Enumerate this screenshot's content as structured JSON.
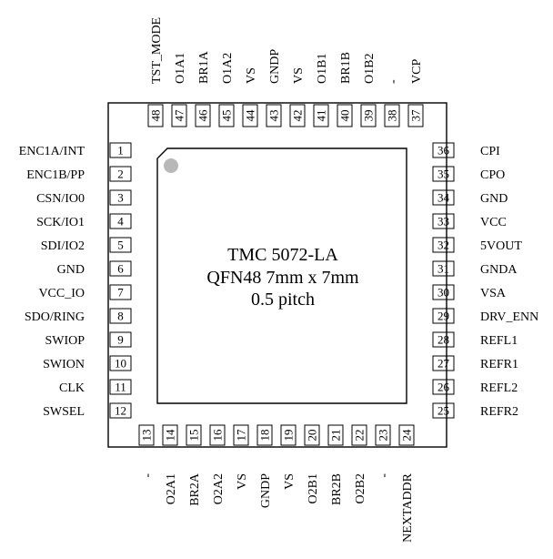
{
  "chip": {
    "title": "TMC 5072-LA",
    "package": "QFN48 7mm x 7mm",
    "pitch": "0.5 pitch"
  },
  "pins": {
    "left": [
      {
        "num": "1",
        "name": "ENC1A/INT"
      },
      {
        "num": "2",
        "name": "ENC1B/PP"
      },
      {
        "num": "3",
        "name": "CSN/IO0"
      },
      {
        "num": "4",
        "name": "SCK/IO1"
      },
      {
        "num": "5",
        "name": "SDI/IO2"
      },
      {
        "num": "6",
        "name": "GND"
      },
      {
        "num": "7",
        "name": "VCC_IO"
      },
      {
        "num": "8",
        "name": "SDO/RING"
      },
      {
        "num": "9",
        "name": "SWIOP"
      },
      {
        "num": "10",
        "name": "SWION"
      },
      {
        "num": "11",
        "name": "CLK"
      },
      {
        "num": "12",
        "name": "SWSEL"
      }
    ],
    "right": [
      {
        "num": "36",
        "name": "CPI"
      },
      {
        "num": "35",
        "name": "CPO"
      },
      {
        "num": "34",
        "name": "GND"
      },
      {
        "num": "33",
        "name": "VCC"
      },
      {
        "num": "32",
        "name": "5VOUT"
      },
      {
        "num": "31",
        "name": "GNDA"
      },
      {
        "num": "30",
        "name": "VSA"
      },
      {
        "num": "29",
        "name": "DRV_ENN"
      },
      {
        "num": "28",
        "name": "REFL1"
      },
      {
        "num": "27",
        "name": "REFR1"
      },
      {
        "num": "26",
        "name": "REFL2"
      },
      {
        "num": "25",
        "name": "REFR2"
      }
    ],
    "top": [
      {
        "num": "48",
        "name": "TST_MODE"
      },
      {
        "num": "47",
        "name": "O1A1"
      },
      {
        "num": "46",
        "name": "BR1A"
      },
      {
        "num": "45",
        "name": "O1A2"
      },
      {
        "num": "44",
        "name": "VS"
      },
      {
        "num": "43",
        "name": "GNDP"
      },
      {
        "num": "42",
        "name": "VS"
      },
      {
        "num": "41",
        "name": "O1B1"
      },
      {
        "num": "40",
        "name": "BR1B"
      },
      {
        "num": "39",
        "name": "O1B2"
      },
      {
        "num": "38",
        "name": "-"
      },
      {
        "num": "37",
        "name": "VCP"
      }
    ],
    "bottom": [
      {
        "num": "13",
        "name": "-"
      },
      {
        "num": "14",
        "name": "O2A1"
      },
      {
        "num": "15",
        "name": "BR2A"
      },
      {
        "num": "16",
        "name": "O2A2"
      },
      {
        "num": "17",
        "name": "VS"
      },
      {
        "num": "18",
        "name": "GNDP"
      },
      {
        "num": "19",
        "name": "VS"
      },
      {
        "num": "20",
        "name": "O2B1"
      },
      {
        "num": "21",
        "name": "BR2B"
      },
      {
        "num": "22",
        "name": "O2B2"
      },
      {
        "num": "23",
        "name": "-"
      },
      {
        "num": "24",
        "name": "NEXTADDR"
      }
    ]
  },
  "colors": {
    "outline": "#000000",
    "pin1_dot": "#b8b8b8"
  }
}
